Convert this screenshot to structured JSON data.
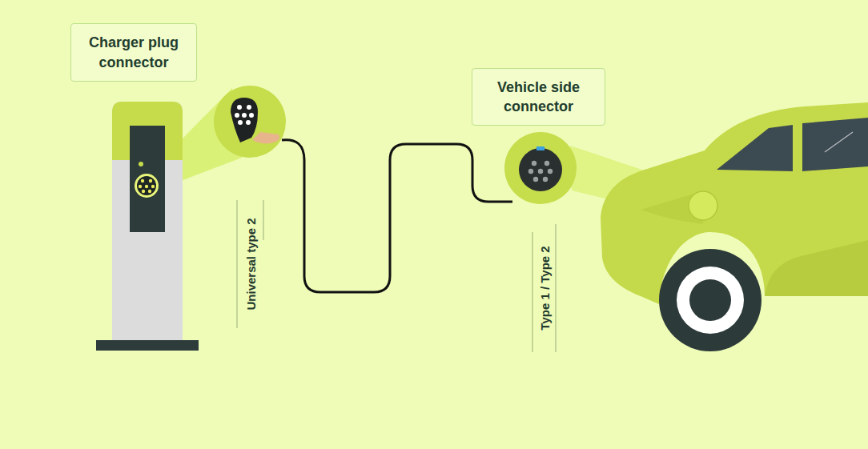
{
  "diagram": {
    "nodes": [
      {
        "text": [
          "Charger plug connector"
        ]
      },
      {
        "text": [
          "Vehicle side connector"
        ]
      }
    ],
    "labels": [
      "Universal type 2",
      "Type 1 / Type 2"
    ]
  }
}
